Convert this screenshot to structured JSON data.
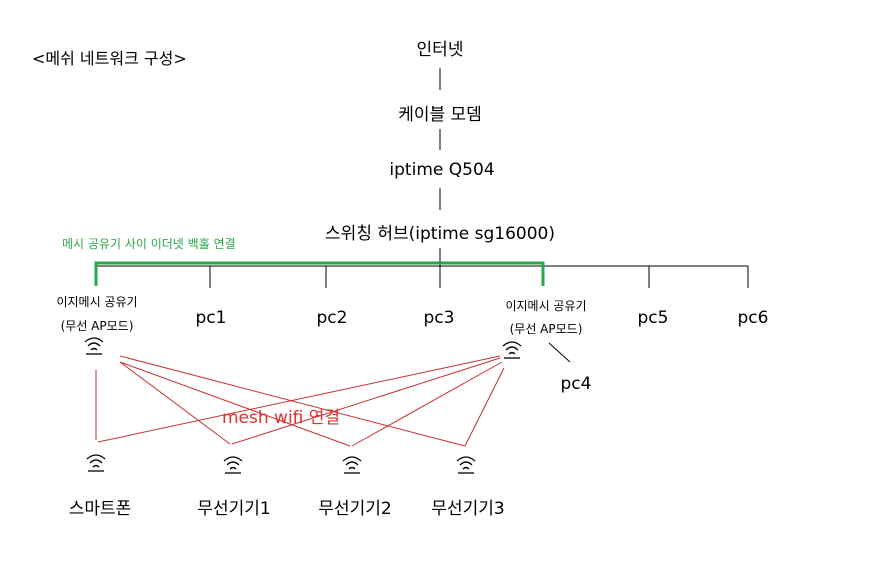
{
  "title": "<메쉬 네트워크 구성>",
  "chain": {
    "internet": "인터넷",
    "cable_modem": "케이블 모뎀",
    "router": "iptime Q504",
    "switch": "스위칭 허브(iptime sg16000)"
  },
  "backhaul_label": "메시 공유기 사이 이더넷 백홀 연결",
  "mesh_label": "mesh wifi 연결",
  "mesh_nodes": [
    {
      "line1": "이지메시 공유기",
      "line2": "(무선 AP모드)"
    },
    {
      "line1": "이지메시 공유기",
      "line2": "(무선 AP모드)"
    }
  ],
  "pcs": [
    "pc1",
    "pc2",
    "pc3",
    "pc4",
    "pc5",
    "pc6"
  ],
  "devices": [
    "스마트폰",
    "무선기기1",
    "무선기기2",
    "무선기기3"
  ],
  "colors": {
    "backhaul": "#27a945",
    "mesh": "#e03030",
    "line": "#000000"
  },
  "icons": [
    "wifi-icon"
  ]
}
